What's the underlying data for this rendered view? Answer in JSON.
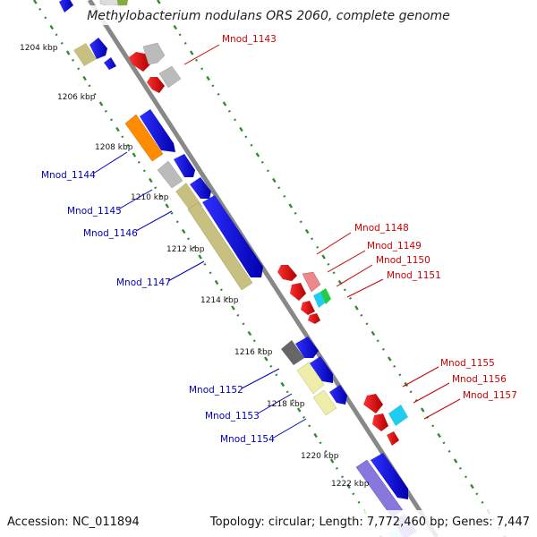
{
  "title": "Methylobacterium nodulans ORS 2060, complete genome",
  "footer": {
    "accession": "Accession: NC_011894",
    "summary": "Topology: circular; Length: 7,772,460 bp; Genes: 7,447"
  },
  "ticks": [
    "1204 kbp",
    "1206 kbp",
    "1208 kbp",
    "1210 kbp",
    "1212 kbp",
    "1214 kbp",
    "1216 kbp",
    "1218 kbp",
    "1220 kbp",
    "1222 kbp"
  ],
  "reverse_labels": [
    "Mnod_1143",
    "Mnod_1148",
    "Mnod_1149",
    "Mnod_1150",
    "Mnod_1151",
    "Mnod_1155",
    "Mnod_1156",
    "Mnod_1157"
  ],
  "forward_labels": [
    "Mnod_1144",
    "Mnod_1145",
    "Mnod_1146",
    "Mnod_1147",
    "Mnod_1152",
    "Mnod_1153",
    "Mnod_1154"
  ],
  "colors": {
    "backbone": "#888888",
    "tick_dots": "#2e8b2e",
    "reverse_label": "#cc0000",
    "forward_label": "#0000bb",
    "gene_blue": "#0000ee",
    "gene_red": "#ee0000",
    "gene_olive": "#c8c080",
    "gene_orange": "#ff8c00",
    "gene_gray": "#bbbbbb",
    "gene_pink": "#ee8888",
    "gene_cyan": "#22ccee",
    "gene_green": "#22cc44",
    "gene_lavender": "#8877dd",
    "gene_yellow": "#eeeeaa",
    "gene_darkgray": "#666666"
  }
}
